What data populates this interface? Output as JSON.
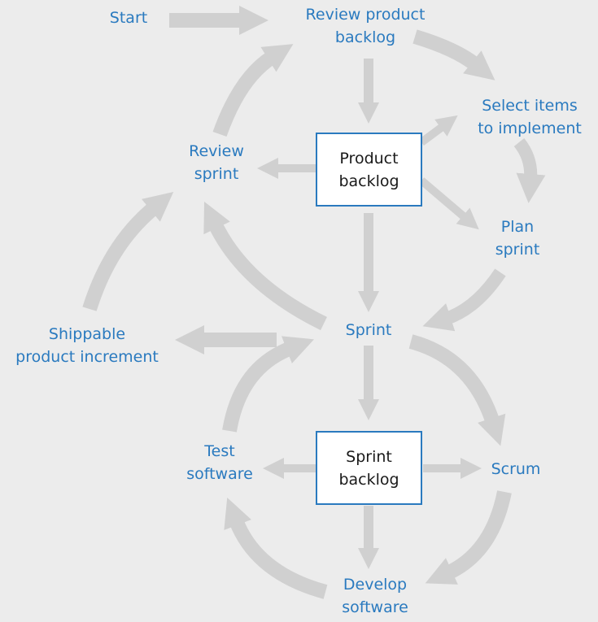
{
  "colors": {
    "arrow": "#d0d0d0",
    "label": "#2a7abf",
    "box_border": "#2a7abf",
    "background": "#ececec"
  },
  "nodes": {
    "start": {
      "lines": [
        "Start"
      ]
    },
    "review_product_backlog": {
      "lines": [
        "Review product",
        "backlog"
      ]
    },
    "select_items": {
      "lines": [
        "Select items",
        "to implement"
      ]
    },
    "plan_sprint": {
      "lines": [
        "Plan",
        "sprint"
      ]
    },
    "review_sprint": {
      "lines": [
        "Review",
        "sprint"
      ]
    },
    "shippable": {
      "lines": [
        "Shippable",
        "product increment"
      ]
    },
    "sprint": {
      "lines": [
        "Sprint"
      ]
    },
    "test_software": {
      "lines": [
        "Test",
        "software"
      ]
    },
    "scrum": {
      "lines": [
        "Scrum"
      ]
    },
    "develop_software": {
      "lines": [
        "Develop",
        "software"
      ]
    },
    "product_backlog": {
      "lines": [
        "Product",
        "backlog"
      ]
    },
    "sprint_backlog": {
      "lines": [
        "Sprint",
        "backlog"
      ]
    }
  }
}
